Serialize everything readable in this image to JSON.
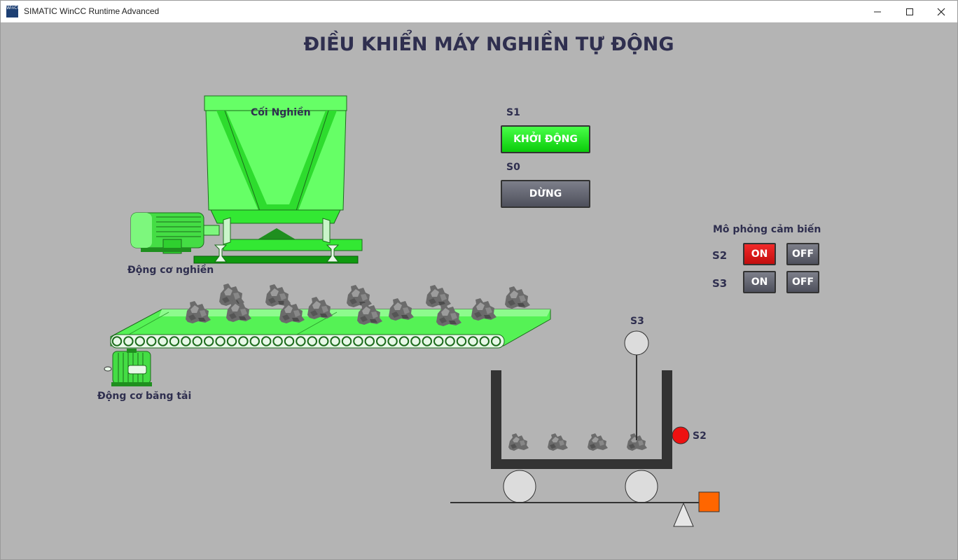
{
  "window": {
    "title": "SIMATIC WinCC Runtime Advanced",
    "icon_text": "WinCC"
  },
  "screen": {
    "heading": "ĐIỀU KHIỂN MÁY NGHIỀN TỰ ĐỘNG",
    "crusher_label": "Cối Nghiền",
    "crusher_motor_label": "Động cơ nghiền",
    "conveyor_motor_label": "Động cơ băng tải",
    "controls": {
      "s1_label": "S1",
      "start_button": "KHỞI ĐỘNG",
      "s0_label": "S0",
      "stop_button": "DỪNG"
    },
    "sensor_sim": {
      "title": "Mô phỏng cảm biến",
      "s2_label": "S2",
      "s3_label": "S3",
      "on_label": "ON",
      "off_label": "OFF"
    },
    "cart": {
      "s3_tag": "S3",
      "s2_tag": "S2"
    }
  },
  "colors": {
    "active_green": "#22ee22",
    "sensor_on_red": "#e01010",
    "indicator_red": "#ee1111",
    "alarm_orange": "#ff6600",
    "background": "#b4b4b4"
  },
  "states": {
    "start_button_active": true,
    "s2_on": true,
    "s3_on": false,
    "s2_indicator": "red",
    "crusher_running": true,
    "conveyor_running": true
  }
}
